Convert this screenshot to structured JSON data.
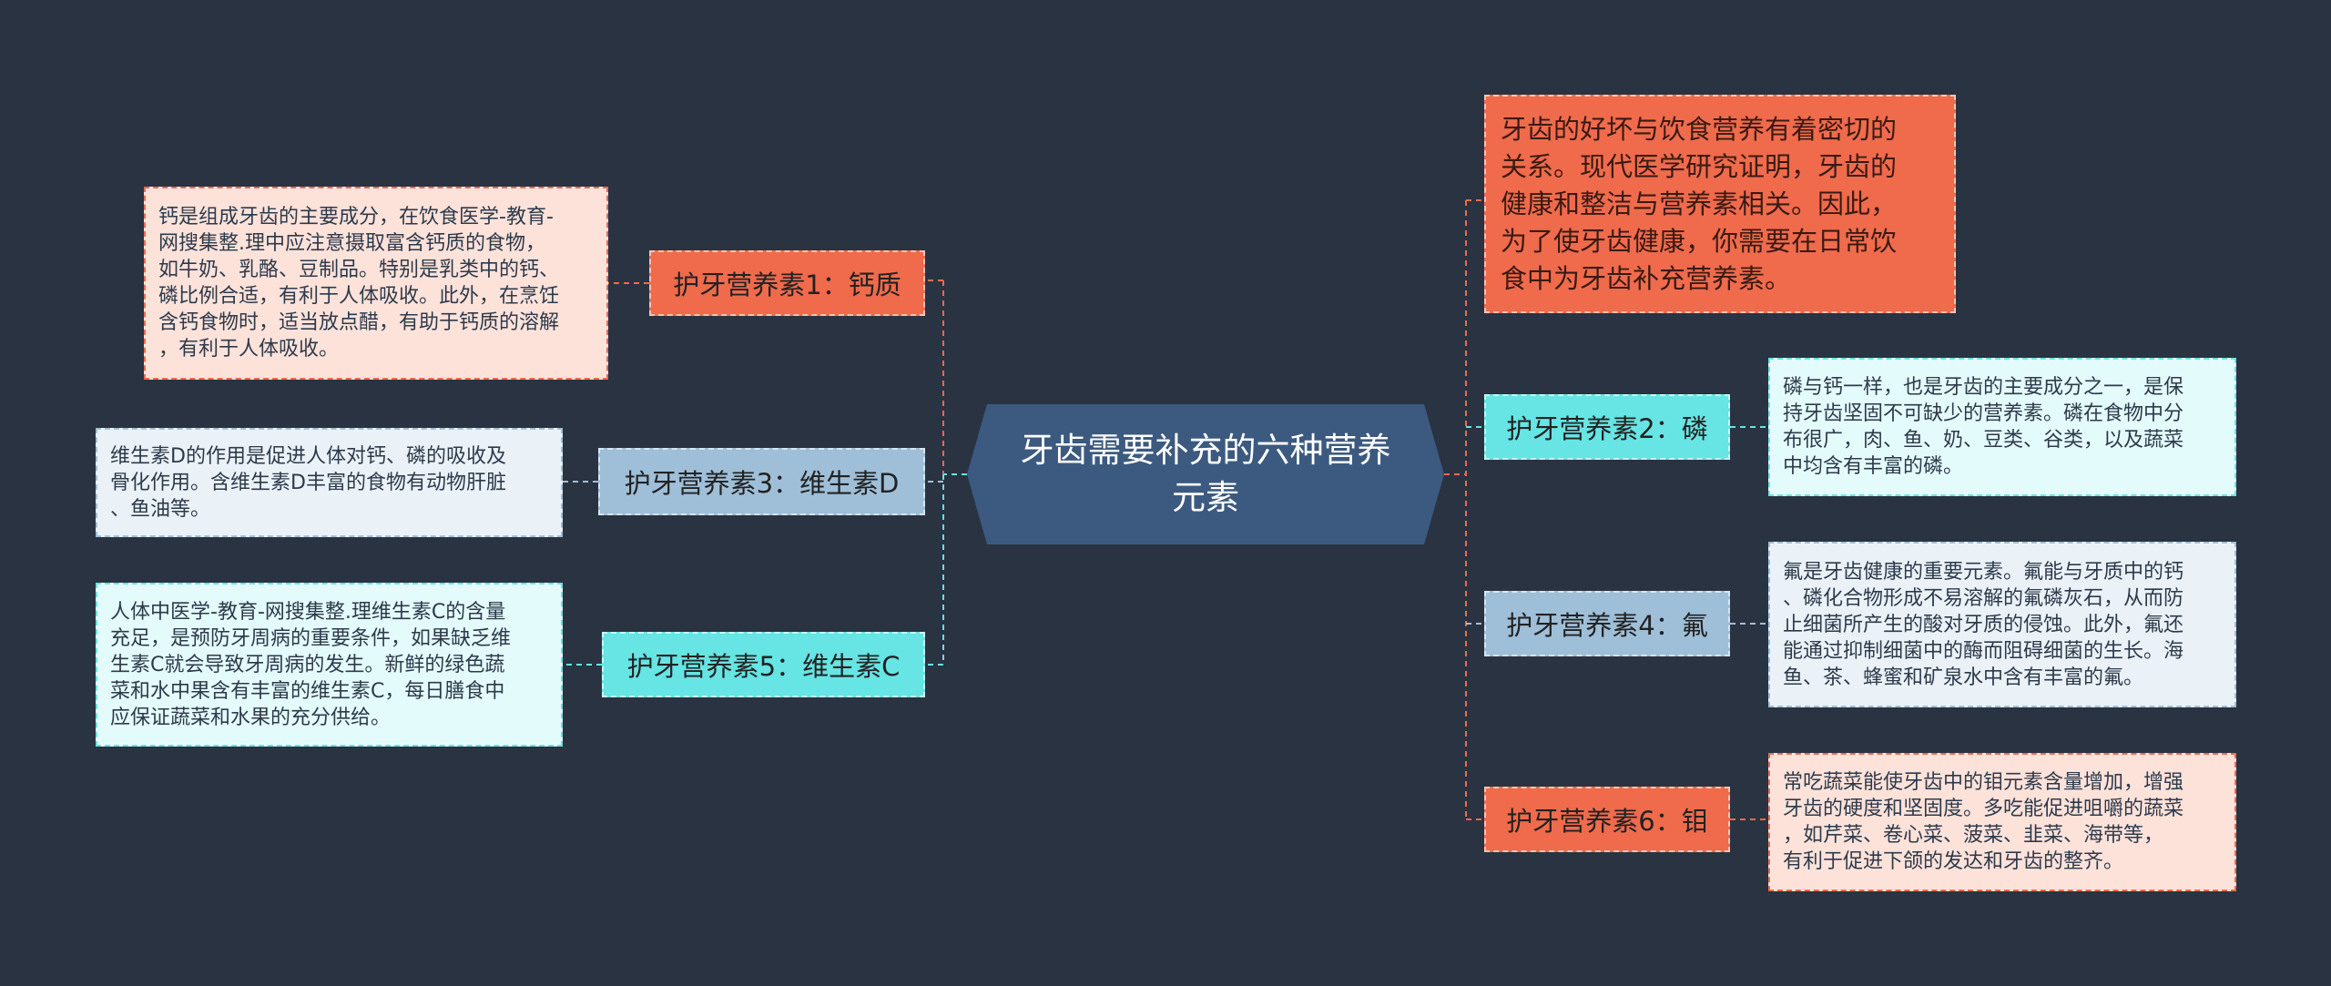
{
  "central_topic": "牙齿需要补充的六种营养元素",
  "intro": "牙齿的好坏与饮食营养有着密切的关系。现代医学研究证明，牙齿的健康和整洁与营养素相关。因此，为了使牙齿健康，你需要在日常饮食中为牙齿补充营养素。",
  "branches": {
    "b1": {
      "label": "护牙营养素1：钙质",
      "detail": "钙是组成牙齿的主要成分，在饮食医学-教育-网搜集整.理中应注意摄取富含钙质的食物，如牛奶、乳酪、豆制品。特别是乳类中的钙、磷比例合适，有利于人体吸收。此外，在烹饪含钙食物时，适当放点醋，有助于钙质的溶解，有利于人体吸收。"
    },
    "b2": {
      "label": "护牙营养素2：磷",
      "detail": "磷与钙一样，也是牙齿的主要成分之一，是保持牙齿坚固不可缺少的营养素。磷在食物中分布很广，肉、鱼、奶、豆类、谷类，以及蔬菜中均含有丰富的磷。"
    },
    "b3": {
      "label": "护牙营养素3：维生素D",
      "detail": "维生素D的作用是促进人体对钙、磷的吸收及骨化作用。含维生素D丰富的食物有动物肝脏、鱼油等。"
    },
    "b4": {
      "label": "护牙营养素4：氟",
      "detail": "氟是牙齿健康的重要元素。氟能与牙质中的钙、磷化合物形成不易溶解的氟磷灰石，从而防止细菌所产生的酸对牙质的侵蚀。此外，氟还能通过抑制细菌中的酶而阻碍细菌的生长。海鱼、茶、蜂蜜和矿泉水中含有丰富的氟。"
    },
    "b5": {
      "label": "护牙营养素5：维生素C",
      "detail": "人体中医学-教育-网搜集整.理维生素C的含量充足，是预防牙周病的重要条件，如果缺乏维生素C就会导致牙周病的发生。新鲜的绿色蔬菜和水中果含有丰富的维生素C，每日膳食中应保证蔬菜和水果的充分供给。"
    },
    "b6": {
      "label": "护牙营养素6：钼",
      "detail": "常吃蔬菜能使牙齿中的钼元素含量增加，增强牙齿的硬度和坚固度。多吃能促进咀嚼的蔬菜，如芹菜、卷心菜、菠菜、韭菜、海带等，有利于促进下颌的发达和牙齿的整齐。"
    }
  },
  "leaf_lines": {
    "b1": [
      "钙是组成牙齿的主要成分，在饮食医学-教育-",
      "网搜集整.理中应注意摄取富含钙质的食物，",
      "如牛奶、乳酪、豆制品。特别是乳类中的钙、",
      "磷比例合适，有利于人体吸收。此外，在烹饪",
      "含钙食物时，适当放点醋，有助于钙质的溶解",
      "，有利于人体吸收。"
    ],
    "b2": [
      "磷与钙一样，也是牙齿的主要成分之一，是保",
      "持牙齿坚固不可缺少的营养素。磷在食物中分",
      "布很广，肉、鱼、奶、豆类、谷类，以及蔬菜",
      "中均含有丰富的磷。"
    ],
    "b3": [
      "维生素D的作用是促进人体对钙、磷的吸收及",
      "骨化作用。含维生素D丰富的食物有动物肝脏",
      "、鱼油等。"
    ],
    "b4": [
      "氟是牙齿健康的重要元素。氟能与牙质中的钙",
      "、磷化合物形成不易溶解的氟磷灰石，从而防",
      "止细菌所产生的酸对牙质的侵蚀。此外，氟还",
      "能通过抑制细菌中的酶而阻碍细菌的生长。海",
      "鱼、茶、蜂蜜和矿泉水中含有丰富的氟。"
    ],
    "b5": [
      "人体中医学-教育-网搜集整.理维生素C的含量",
      "充足，是预防牙周病的重要条件，如果缺乏维",
      "生素C就会导致牙周病的发生。新鲜的绿色蔬",
      "菜和水中果含有丰富的维生素C，每日膳食中",
      "应保证蔬菜和水果的充分供给。"
    ],
    "b6": [
      "常吃蔬菜能使牙齿中的钼元素含量增加，增强",
      "牙齿的硬度和坚固度。多吃能促进咀嚼的蔬菜",
      "，如芹菜、卷心菜、菠菜、韭菜、海带等，",
      "有利于促进下颌的发达和牙齿的整齐。"
    ]
  },
  "intro_lines": [
    "牙齿的好坏与饮食营养有着密切的",
    "关系。现代医学研究证明，牙齿的",
    "健康和整洁与营养素相关。因此，",
    "为了使牙齿健康，你需要在日常饮",
    "食中为牙齿补充营养素。"
  ],
  "colors": {
    "background": "#2a3341",
    "center": "#3c5a80",
    "red": "#ef6b4c",
    "cyan": "#67e4e4",
    "blue": "#9fbfd8"
  }
}
